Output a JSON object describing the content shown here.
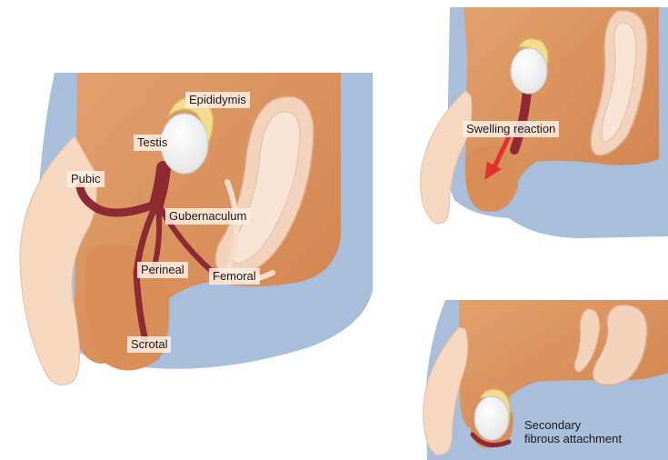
{
  "labels": {
    "epididymis": "Epididymis",
    "testis": "Testis",
    "pubic": "Pubic",
    "gubernaculum": "Gubernaculum",
    "perineal": "Perineal",
    "femoral": "Femoral",
    "scrotal": "Scrotal",
    "swelling_reaction": "Swelling reaction",
    "secondary_line1": "Secondary",
    "secondary_line2": "fibrous attachment"
  },
  "colors": {
    "body_blue": "#a9bedb",
    "skin_light": "#f6d7c0",
    "tissue_orange": "#dc9560",
    "tissue_orange_dark": "#c97a45",
    "gubernaculum_red": "#8e2a33",
    "testis_white": "#f7f7f7",
    "epididymis_yellow": "#f3dc8e",
    "arrow_red": "#e0322b"
  }
}
